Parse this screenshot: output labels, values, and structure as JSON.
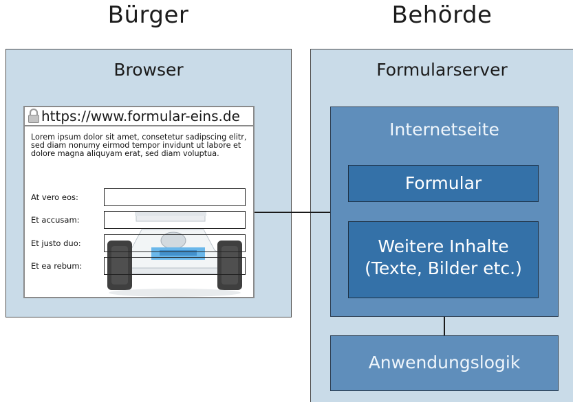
{
  "headings": {
    "left": "Bürger",
    "right": "Behörde"
  },
  "browser_panel": {
    "title": "Browser",
    "url": "https://www.formular-eins.de",
    "lorem": "Lorem ipsum dolor sit amet, consetetur sadipscing elitr, sed diam nonumy eirmod tempor invidunt ut labore et dolore magna aliquyam erat, sed diam voluptua.",
    "fields": [
      {
        "label": "At vero eos:",
        "value": ""
      },
      {
        "label": "Et accusam:",
        "value": ""
      },
      {
        "label": "Et justo duo:",
        "value": ""
      },
      {
        "label": "Et ea rebum:",
        "value": ""
      }
    ]
  },
  "server_panel": {
    "title": "Formularserver",
    "internetseite": "Internetseite",
    "formular": "Formular",
    "weitere_line1": "Weitere Inhalte",
    "weitere_line2": "(Texte, Bilder etc.)",
    "anwendungslogik": "Anwendungslogik"
  },
  "colors": {
    "panel_bg": "#c9dbe8",
    "box_mid": "#5f8ebb",
    "box_dark": "#3471a8"
  },
  "icons": [
    "lock-icon",
    "race-car-illustration"
  ]
}
